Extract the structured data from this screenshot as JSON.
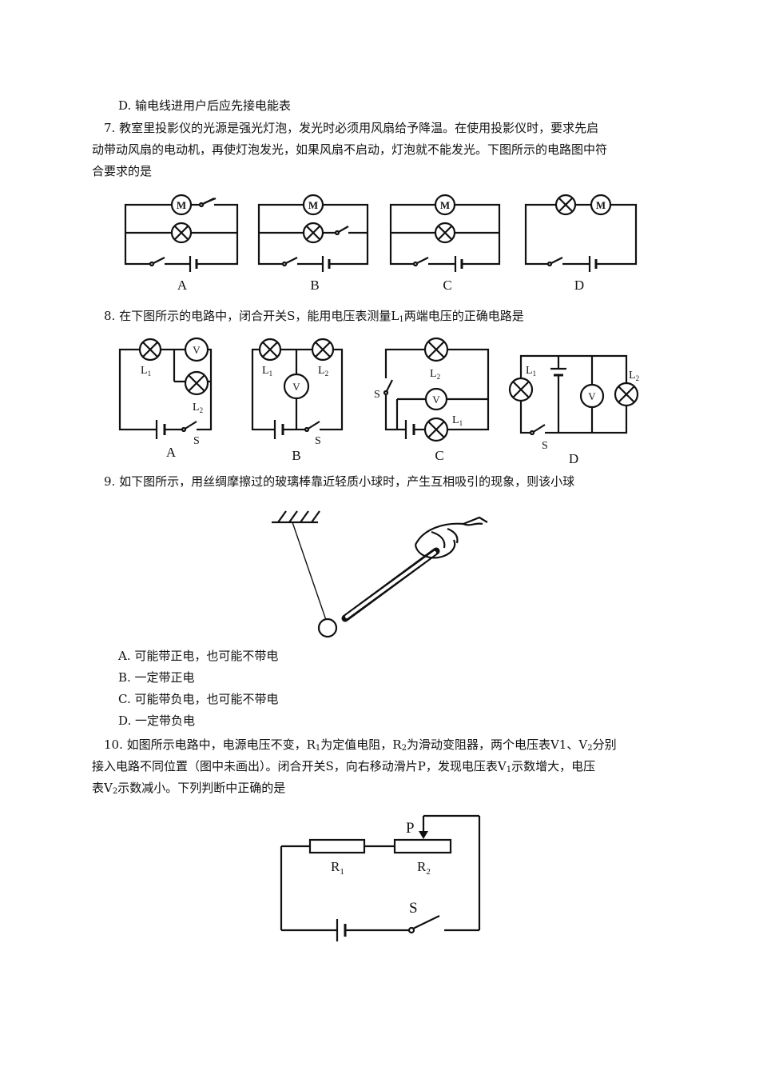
{
  "q6": {
    "optD": "D.  输电线进用户后应先接电能表"
  },
  "q7": {
    "line1": "7.  教室里投影仪的光源是强光灯泡，发光时必须用风扇给予降温。在使用投影仪时，要求先启",
    "line2": "动带动风扇的电动机，再使灯泡发光，如果风扇不启动，灯泡就不能发光。下图所示的电路图中符",
    "line3": "合要求的是",
    "labels": [
      "A",
      "B",
      "C",
      "D"
    ],
    "motor": "M"
  },
  "q8": {
    "stem": "8.  在下图所示的电路中，闭合开关S，能用电压表测量L",
    "stem_sub": "1",
    "stem_end": "两端电压的正确电路是",
    "labels": [
      "A",
      "B",
      "C",
      "D"
    ],
    "voltmeter": "V",
    "lamp1": "L",
    "lamp1_sub": "1",
    "lamp2": "L",
    "lamp2_sub": "2",
    "switch": "S"
  },
  "q9": {
    "stem": "9.  如下图所示，用丝绸摩擦过的玻璃棒靠近轻质小球时，产生互相吸引的现象，则该小球",
    "options": [
      "A.  可能带正电，也可能不带电",
      "B.  一定带正电",
      "C.  可能带负电，也可能不带电",
      "D.  一定带负电"
    ]
  },
  "q10": {
    "line1_a": "10.  如图所示电路中，电源电压不变，R",
    "line1_b": "为定值电阻，R",
    "line1_c": "为滑动变阻器，两个电压表V1、V",
    "line1_d": "分别",
    "line2_a": "接入电路不同位置（图中未画出）。闭合开关S，向右移动滑片P，发现电压表V",
    "line2_b": "示数增大，电压",
    "line3_a": "表V",
    "line3_b": "示数减小。下列判断中正确的是",
    "sub1": "1",
    "sub2": "2",
    "fig": {
      "R1": "R",
      "R1_sub": "1",
      "R2": "R",
      "R2_sub": "2",
      "P": "P",
      "S": "S"
    }
  }
}
